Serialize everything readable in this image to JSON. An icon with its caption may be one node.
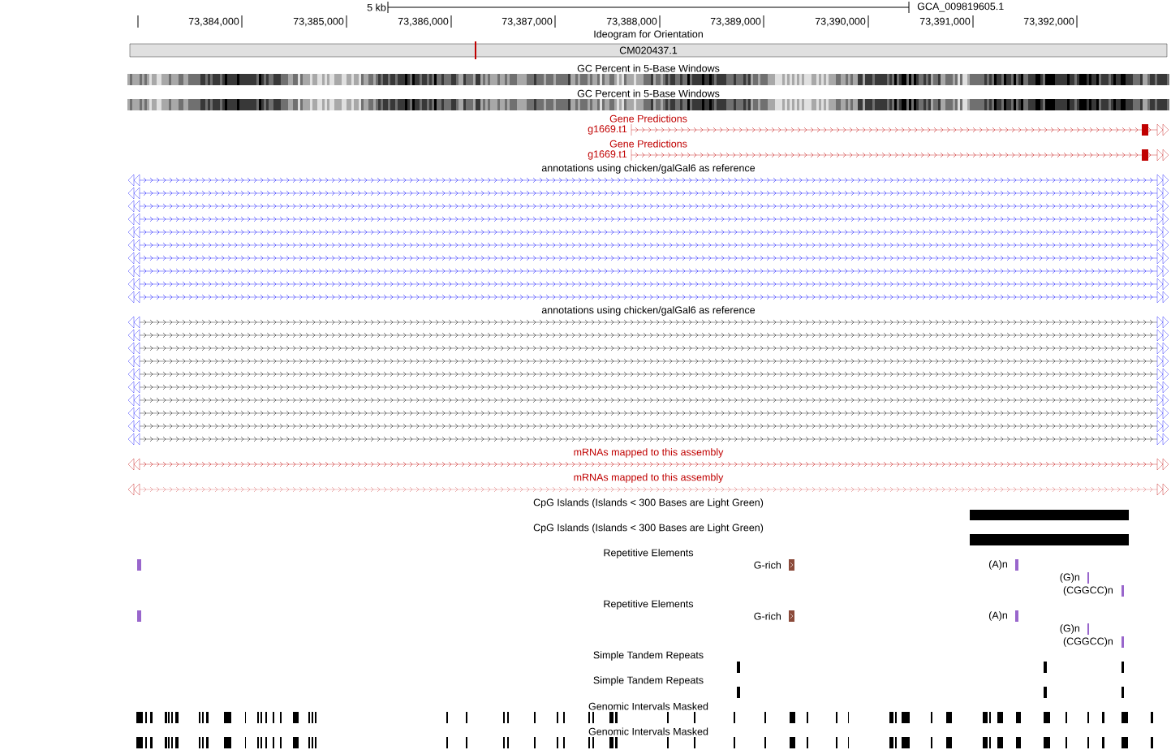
{
  "diagram": {
    "labels": [
      "5 kb",
      "GCA_009819605.1",
      "73,384,000",
      "73,385,000",
      "73,386,000",
      "73,387,000",
      "73,388,000",
      "73,389,000",
      "73,390,000",
      "73,391,000",
      "73,392,000",
      "Ideogram for Orientation",
      "CM020437.1",
      "GC Percent in 5-Base Windows",
      "GC Percent in 5-Base Windows",
      "Gene Predictions",
      "g1669.t1",
      "Gene Predictions",
      "g1669.t1",
      "annotations using chicken/galGal6 as reference",
      "annotations using chicken/galGal6 as reference",
      "mRNAs mapped to this assembly",
      "mRNAs mapped to this assembly",
      "CpG Islands (Islands < 300 Bases are Light Green)",
      "CpG Islands (Islands < 300 Bases are Light Green)",
      "Repetitive Elements",
      "G-rich",
      "(A)n",
      "(G)n",
      "(CGGCC)n",
      "Repetitive Elements",
      "G-rich",
      "(A)n",
      "(G)n",
      "(CGGCC)n",
      "Simple Tandem Repeats",
      "Simple Tandem Repeats",
      "Genomic Intervals Masked",
      "Genomic Intervals Masked"
    ]
  }
}
